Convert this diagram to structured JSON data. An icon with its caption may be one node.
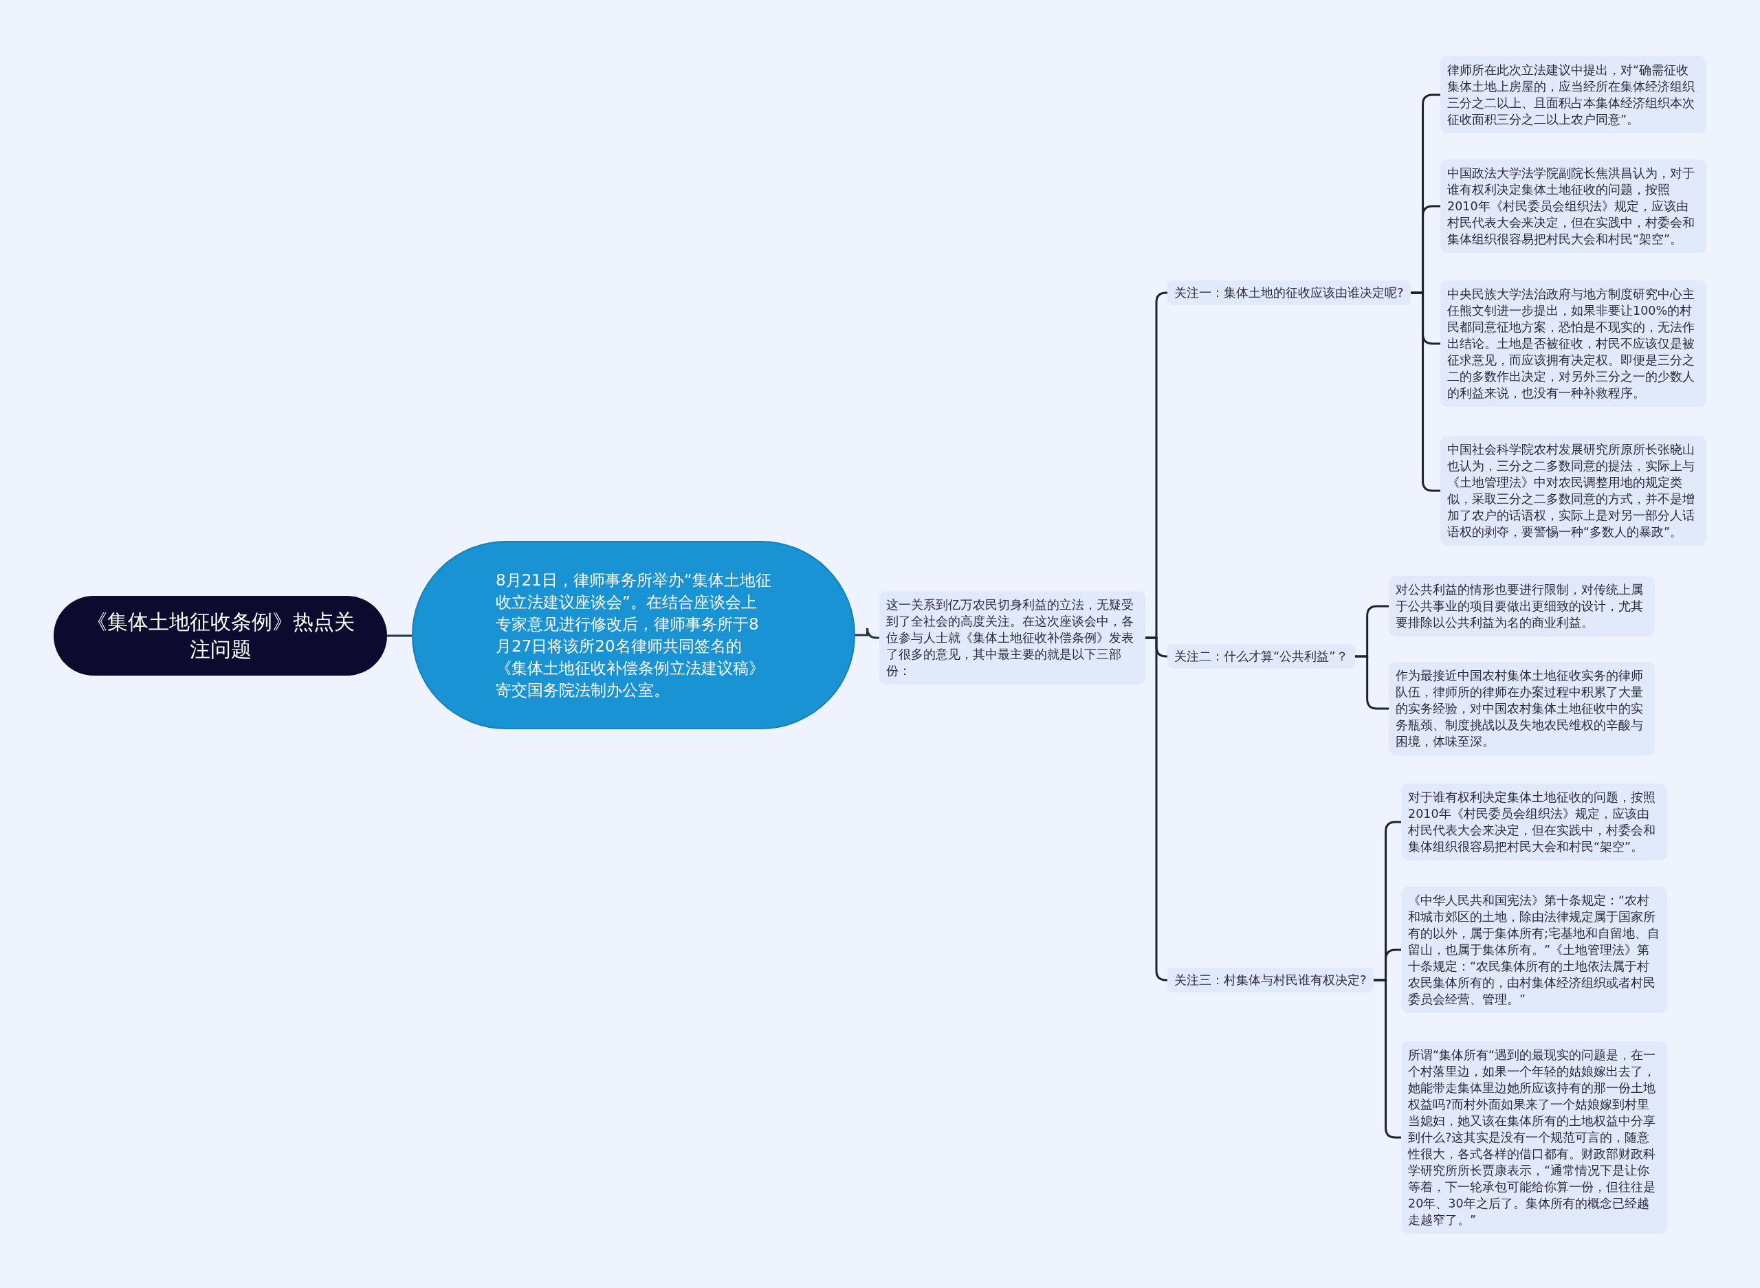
{
  "diagram": {
    "nodes": [
      {
        "text": [
          "《集体土地征收条例》热点关注问题"
        ]
      },
      {
        "text": [
          "8月21日，律师事务所举办“集体土地征收立法建议座谈会”。在结合座谈会上专家意见进行修改后，律师事务所于8月27日将该所20名律师共同签名的《集体土地征收补偿条例立法建议稿》寄交国务院法制办公室。"
        ]
      },
      {
        "text": [
          "这一关系到亿万农民切身利益的立法，无疑受到了全社会的高度关注。在这次座谈会中，各位参与人士就《集体土地征收补偿条例》发表了很多的意见，其中最主要的就是以下三部份："
        ]
      },
      {
        "text": [
          "关注一：集体土地的征收应该由谁决定呢?"
        ]
      },
      {
        "text": [
          "律师所在此次立法建议中提出，对“确需征收集体土地上房屋的，应当经所在集体经济组织三分之二以上、且面积占本集体经济组织本次征收面积三分之二以上农户同意”。"
        ]
      },
      {
        "text": [
          "中国政法大学法学院副院长焦洪昌认为，对于谁有权利决定集体土地征收的问题，按照2010年《村民委员会组织法》规定，应该由村民代表大会来决定，但在实践中，村委会和集体组织很容易把村民大会和村民“架空”。"
        ]
      },
      {
        "text": [
          "中央民族大学法治政府与地方制度研究中心主任熊文钊进一步提出，如果非要让100%的村民都同意征地方案，恐怕是不现实的，无法作出结论。土地是否被征收，村民不应该仅是被征求意见，而应该拥有决定权。即便是三分之二的多数作出决定，对另外三分之一的少数人的利益来说，也没有一种补救程序。"
        ]
      },
      {
        "text": [
          "中国社会科学院农村发展研究所原所长张晓山也认为，三分之二多数同意的提法，实际上与《土地管理法》中对农民调整用地的规定类似，采取三分之二多数同意的方式，并不是增加了农户的话语权，实际上是对另一部分人话语权的剥夺，要警惕一种“多数人的暴政”。"
        ]
      },
      {
        "text": [
          "关注二：什么才算“公共利益”？"
        ]
      },
      {
        "text": [
          "对公共利益的情形也要进行限制，对传统上属于公共事业的项目要做出更细致的设计，尤其要排除以公共利益为名的商业利益。"
        ]
      },
      {
        "text": [
          "作为最接近中国农村集体土地征收实务的律师队伍，律师所的律师在办案过程中积累了大量的实务经验，对中国农村集体土地征收中的实务瓶颈、制度挑战以及失地农民维权的辛酸与困境，体味至深。"
        ]
      },
      {
        "text": [
          "关注三：村集体与村民谁有权决定?"
        ]
      },
      {
        "text": [
          "对于谁有权利决定集体土地征收的问题，按照2010年《村民委员会组织法》规定，应该由村民代表大会来决定，但在实践中，村委会和集体组织很容易把村民大会和村民“架空”。"
        ]
      },
      {
        "text": [
          "《中华人民共和国宪法》第十条规定：“农村和城市郊区的土地，除由法律规定属于国家所有的以外，属于集体所有;宅基地和自留地、自留山，也属于集体所有。”《土地管理法》第十条规定：“农民集体所有的土地依法属于村农民集体所有的，由村集体经济组织或者村民委员会经营、管理。”"
        ]
      },
      {
        "text": [
          "所谓“集体所有“遇到的最现实的问题是，在一个村落里边，如果一个年轻的姑娘嫁出去了，她能带走集体里边她所应该持有的那一份土地权益吗?而村外面如果来了一个姑娘嫁到村里当媳妇，她又该在集体所有的土地权益中分享到什么?这其实是没有一个规范可言的，随意性很大，各式各样的借口都有。财政部财政科学研究所所长贾康表示，“通常情况下是让你等着，下一轮承包可能给你算一份，但往往是20年、30年之后了。集体所有的概念已经越走越窄了。”"
        ]
      }
    ],
    "edges": [
      {
        "from": 0,
        "to": 1,
        "arrow": "none"
      },
      {
        "from": 1,
        "to": 2,
        "arrow": "none"
      },
      {
        "from": 2,
        "to": 3,
        "arrow": "none"
      },
      {
        "from": 2,
        "to": 8,
        "arrow": "none"
      },
      {
        "from": 2,
        "to": 11,
        "arrow": "none"
      },
      {
        "from": 3,
        "to": 4,
        "arrow": "none"
      },
      {
        "from": 3,
        "to": 5,
        "arrow": "none"
      },
      {
        "from": 3,
        "to": 6,
        "arrow": "none"
      },
      {
        "from": 3,
        "to": 7,
        "arrow": "none"
      },
      {
        "from": 8,
        "to": 9,
        "arrow": "none"
      },
      {
        "from": 8,
        "to": 10,
        "arrow": "none"
      },
      {
        "from": 11,
        "to": 12,
        "arrow": "none"
      },
      {
        "from": 11,
        "to": 13,
        "arrow": "none"
      },
      {
        "from": 11,
        "to": 14,
        "arrow": "none"
      }
    ]
  }
}
